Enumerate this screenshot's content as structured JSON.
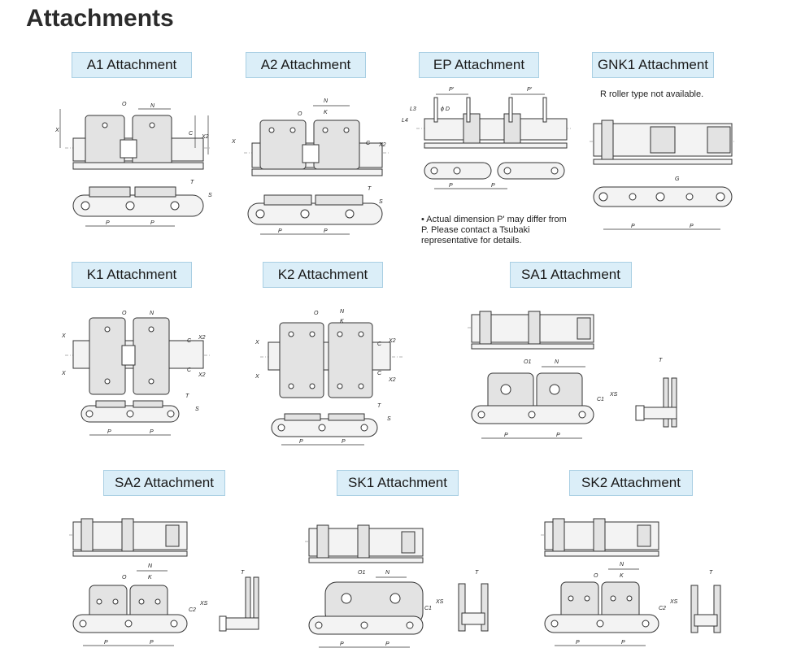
{
  "page": {
    "title": "Attachments"
  },
  "attachments": {
    "a1": {
      "label": "A1 Attachment"
    },
    "a2": {
      "label": "A2 Attachment"
    },
    "ep": {
      "label": "EP Attachment",
      "note": "• Actual dimension P' may differ from P. Please contact a Tsubaki representative for details."
    },
    "gnk1": {
      "label": "GNK1 Attachment",
      "note": "R roller type not available."
    },
    "k1": {
      "label": "K1 Attachment"
    },
    "k2": {
      "label": "K2 Attachment"
    },
    "sa1": {
      "label": "SA1 Attachment"
    },
    "sa2": {
      "label": "SA2 Attachment"
    },
    "sk1": {
      "label": "SK1 Attachment"
    },
    "sk2": {
      "label": "SK2 Attachment"
    }
  },
  "dims": {
    "P": "P",
    "Pp": "P'",
    "N": "N",
    "O": "O",
    "O1": "O1",
    "K": "K",
    "X": "X",
    "X2": "X2",
    "XS": "XS",
    "C": "C",
    "C1": "C1",
    "C2": "C2",
    "T": "T",
    "S": "S",
    "G": "G",
    "L3": "L3",
    "L4": "L4",
    "D": "ϕ D"
  }
}
